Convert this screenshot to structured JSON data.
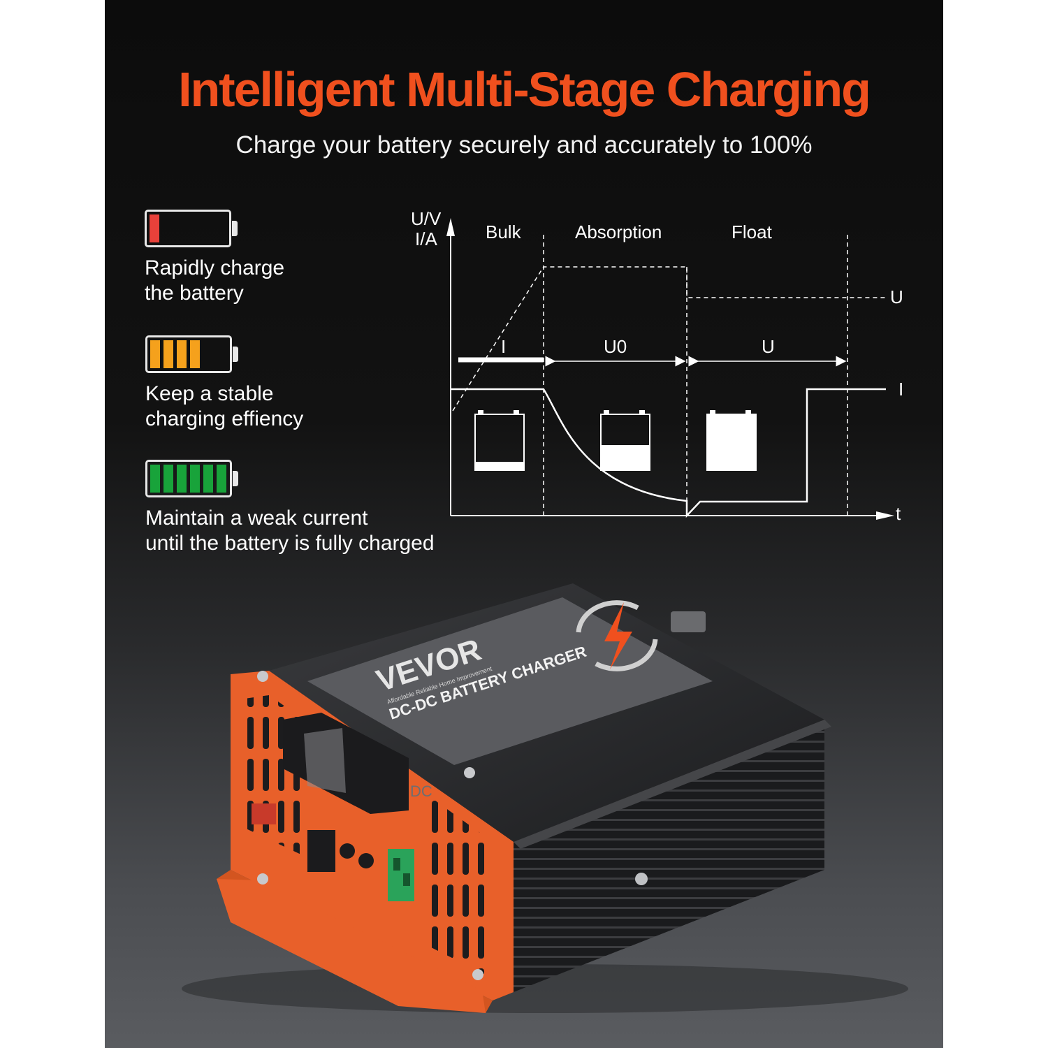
{
  "header": {
    "title": "Intelligent Multi-Stage Charging",
    "subtitle": "Charge your battery securely and accurately to 100%"
  },
  "stages": [
    {
      "text": "Rapidly charge\nthe battery",
      "bar_color": "#e8413a",
      "bars_filled": 1
    },
    {
      "text": "Keep a stable\ncharging effiency",
      "bar_color": "#f5a11c",
      "bars_filled": 4
    },
    {
      "text": "Maintain a weak current\nuntil the battery is fully charged",
      "bar_color": "#18a33a",
      "bars_filled": 6
    }
  ],
  "diagram": {
    "y_axis_label_1": "U/V",
    "y_axis_label_2": "I/A",
    "x_axis_label": "t",
    "phases": [
      "Bulk",
      "Absorption",
      "Float"
    ],
    "segment_labels": {
      "bulk": "I",
      "absorption": "U0",
      "float": "U"
    },
    "right_labels": {
      "voltage": "U",
      "current": "I"
    },
    "battery_fill_levels": [
      0.15,
      0.45,
      1.0
    ]
  },
  "product": {
    "brand": "VEVOR",
    "tagline": "Affordable Reliable Home Improvement",
    "name": "DC-DC BATTERY CHARGER",
    "port_label": "DC"
  },
  "colors": {
    "accent": "#f0501e",
    "product_orange": "#e8602a"
  }
}
